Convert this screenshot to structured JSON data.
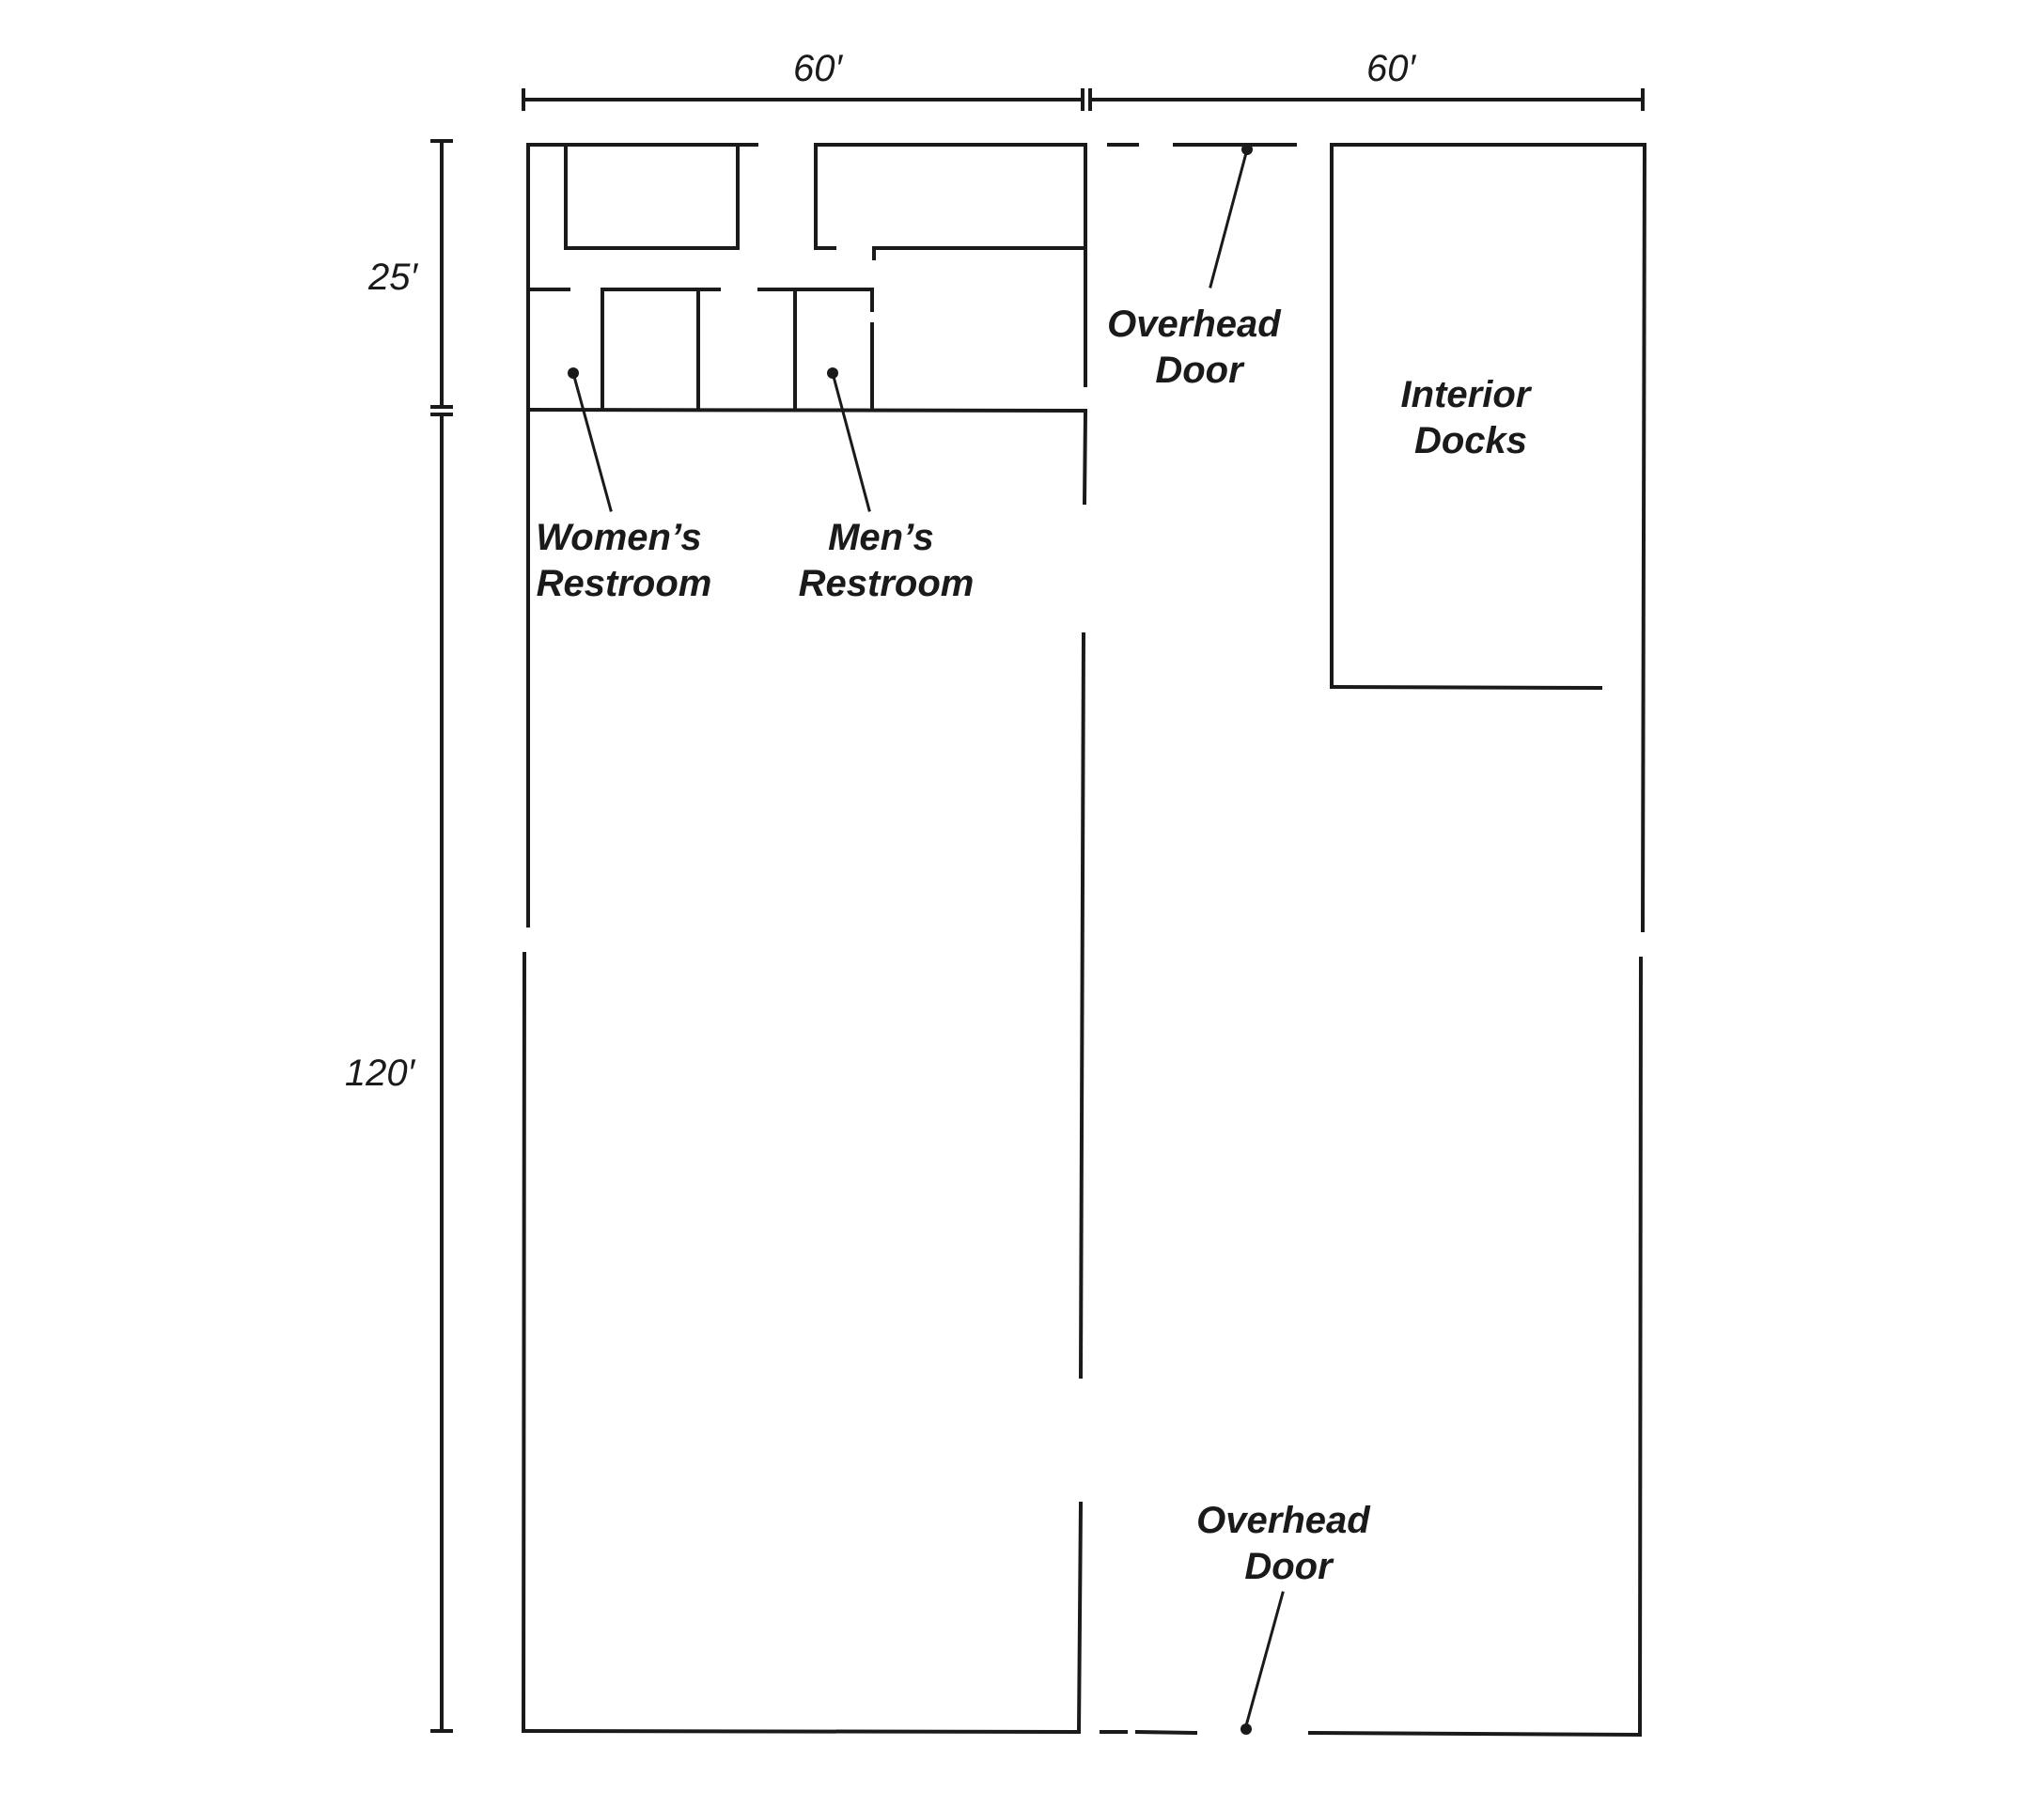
{
  "dimensions": {
    "width_left": "60′",
    "width_right": "60′",
    "depth_office": "25′",
    "depth_warehouse": "120′"
  },
  "labels": {
    "overhead_door_top": [
      "Overhead",
      "Door"
    ],
    "interior_docks": [
      "Interior",
      "Docks"
    ],
    "womens_restroom": [
      "Women’s",
      "Restroom"
    ],
    "mens_restroom": [
      "Men’s",
      "Restroom"
    ],
    "overhead_door_bottom": [
      "Overhead",
      "Door"
    ]
  }
}
